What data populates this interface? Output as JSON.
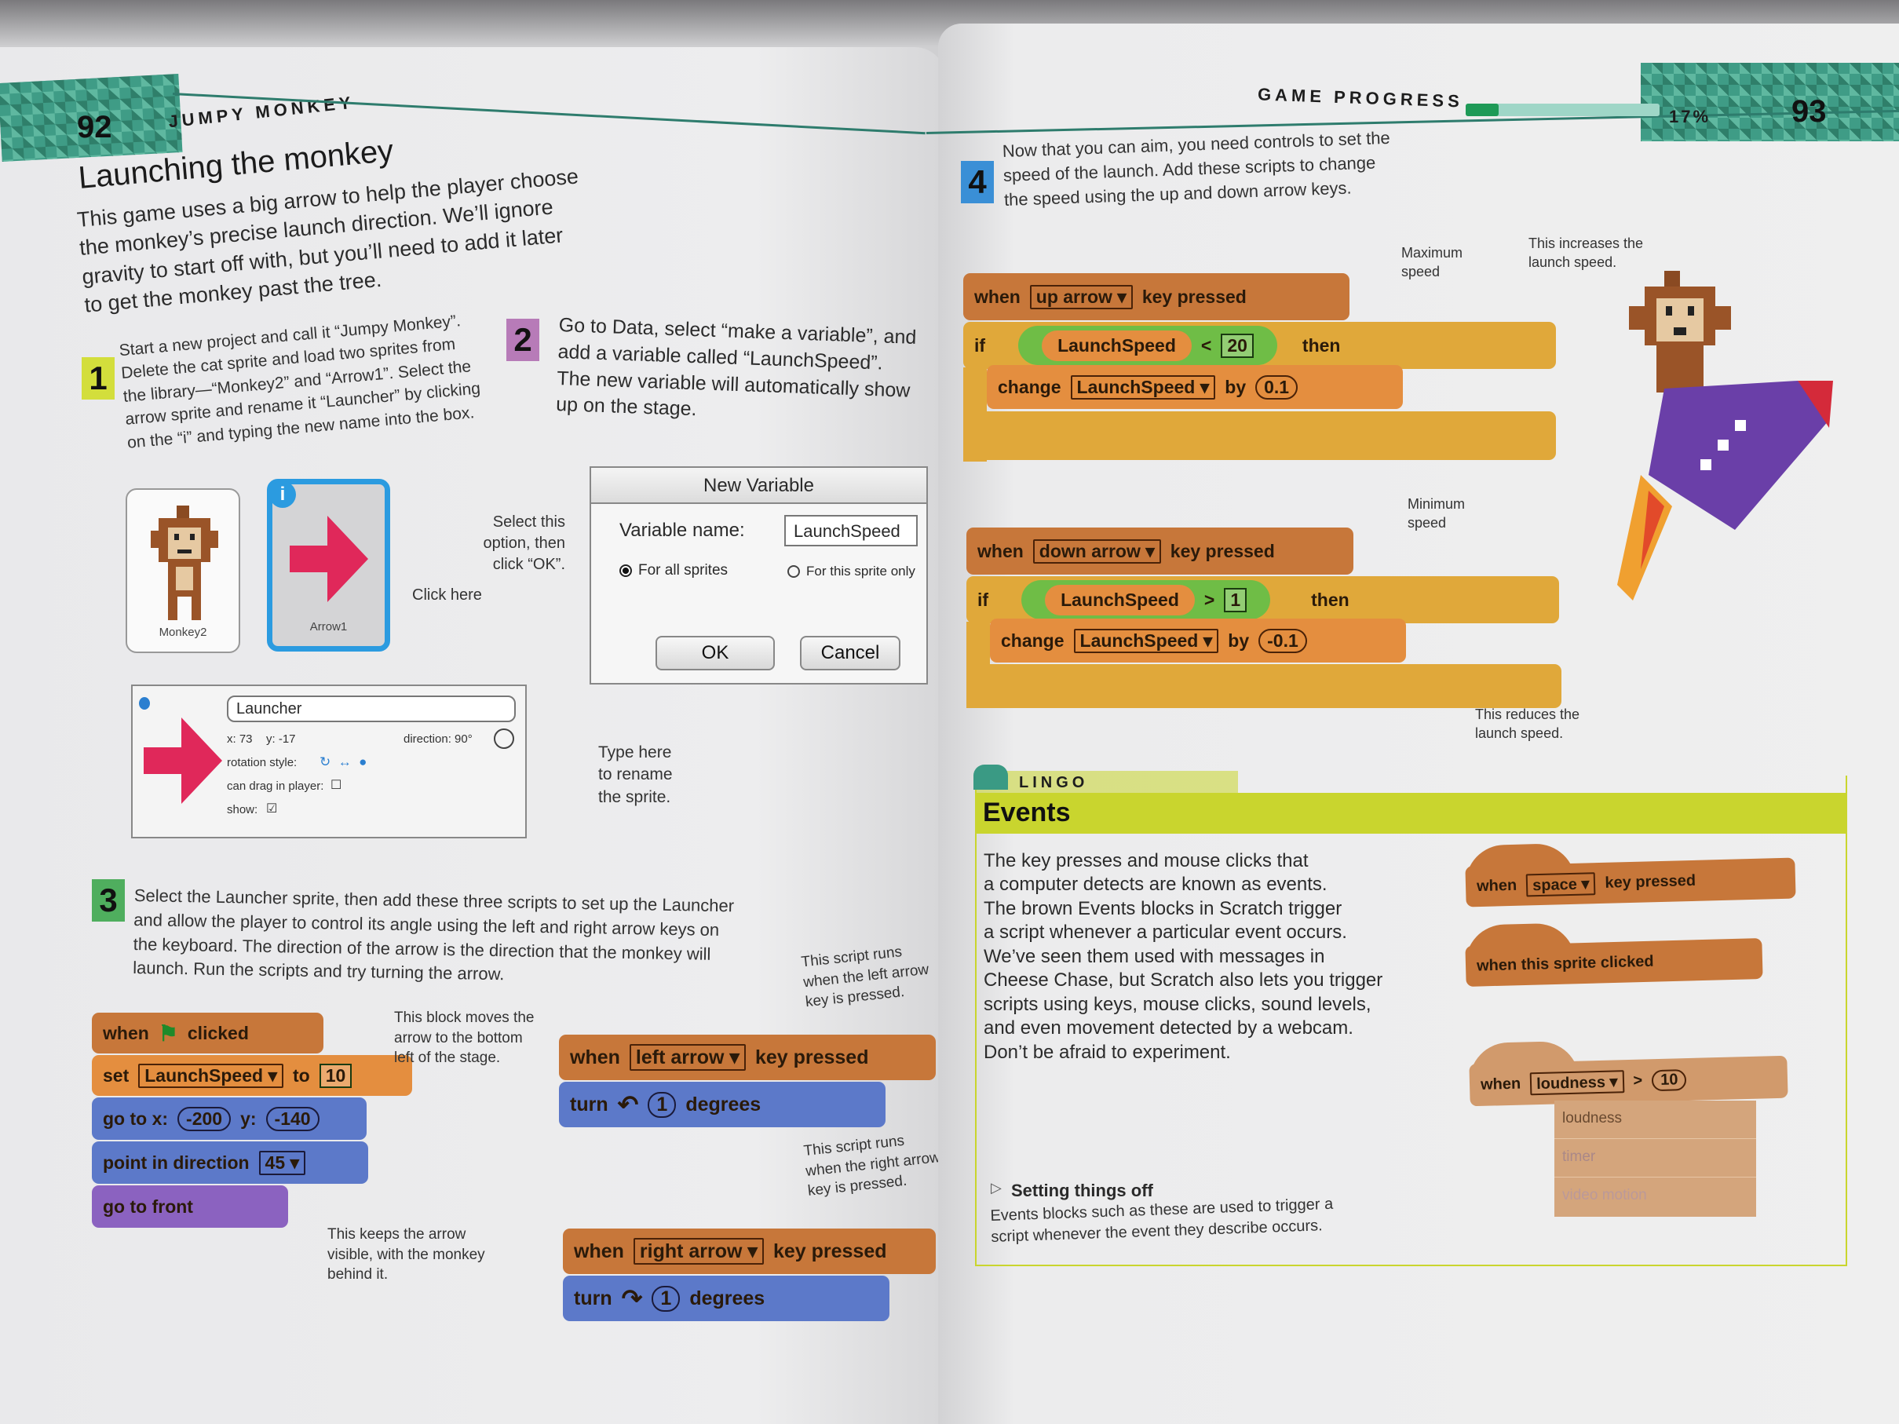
{
  "left_page": {
    "page_number": "92",
    "running_head": "JUMPY MONKEY",
    "title": "Launching the monkey",
    "intro": "This game uses a big arrow to help the player choose\nthe monkey’s precise launch direction. We’ll ignore\ngravity to start off with, but you’ll need to add it later\nto get the monkey past the tree.",
    "step1": {
      "number": "1",
      "text": "Start a new project and call it “Jumpy Monkey”.\nDelete the cat sprite and load two sprites from\nthe library—“Monkey2” and “Arrow1”. Select the\narrow sprite and rename it “Launcher” by clicking\non the “i” and typing the new name into the box."
    },
    "step2": {
      "number": "2",
      "text": "Go to Data, select “make a variable”, and\nadd a variable called “LaunchSpeed”.\nThe new variable will automatically show\nup on the stage."
    },
    "sprites": [
      {
        "name": "Monkey2"
      },
      {
        "name": "Arrow1"
      }
    ],
    "info_badge": "i",
    "click_here": "Click here",
    "select_note": "Select this\noption, then\nclick “OK”.",
    "dialog": {
      "title": "New Variable",
      "label": "Variable name:",
      "value": "LaunchSpeed",
      "option_all": "For all sprites",
      "option_this": "For this sprite only",
      "ok": "OK",
      "cancel": "Cancel"
    },
    "sprite_info": {
      "name": "Launcher",
      "x": "x: 73",
      "y": "y: -17",
      "direction": "direction: 90°",
      "rotation_style": "rotation style:",
      "rotation_icons": "↻  ↔  ●",
      "can_drag": "can drag in player:",
      "can_drag_box": "☐",
      "show": "show:",
      "show_box": "☑"
    },
    "type_here": "Type here\nto rename\nthe sprite.",
    "step3": {
      "number": "3",
      "text": "Select the Launcher sprite, then add these three scripts to set up the Launcher\nand allow the player to control its angle using the left and right arrow keys on\nthe keyboard. The direction of the arrow is the direction that the monkey will\nlaunch. Run the scripts and try turning the arrow."
    },
    "script_flag": {
      "when": "when",
      "flag": "⚑",
      "clicked": "clicked",
      "set": "set",
      "var": "LaunchSpeed ▾",
      "to": "to",
      "value": "10",
      "goto": "go to x:",
      "x": "-200",
      "y_label": "y:",
      "y": "-140",
      "point": "point in direction",
      "dir": "45 ▾",
      "front": "go to front"
    },
    "note_moves": "This block moves the\narrow to the bottom\nleft of the stage.",
    "note_keeps": "This keeps the arrow\nvisible, with the monkey\nbehind it.",
    "script_left": {
      "when": "when",
      "key": "left arrow ▾",
      "pressed": "key pressed",
      "turn": "turn",
      "arrow": "↶",
      "amount": "1",
      "degrees": "degrees"
    },
    "note_left": "This script runs\nwhen the left arrow\nkey is pressed.",
    "script_right": {
      "when": "when",
      "key": "right arrow ▾",
      "pressed": "key pressed",
      "turn": "turn",
      "arrow": "↷",
      "amount": "1",
      "degrees": "degrees"
    },
    "note_right": "This script runs\nwhen the right arrow\nkey is pressed."
  },
  "right_page": {
    "page_number": "93",
    "running_head": "GAME PROGRESS",
    "progress_percent": 17,
    "progress_label": "17%",
    "step4": {
      "number": "4",
      "text": "Now that you can aim, you need controls to set the\nspeed of the launch. Add these scripts to change\nthe speed using the up and down arrow keys."
    },
    "script_up": {
      "when": "when",
      "key": "up arrow ▾",
      "pressed": "key pressed",
      "if": "if",
      "var": "LaunchSpeed",
      "op": "<",
      "limit": "20",
      "then": "then",
      "change": "change",
      "cvar": "LaunchSpeed ▾",
      "by": "by",
      "amount": "0.1"
    },
    "note_max": "Maximum\nspeed",
    "note_increase": "This increases the\nlaunch speed.",
    "script_down": {
      "when": "when",
      "key": "down arrow ▾",
      "pressed": "key pressed",
      "if": "if",
      "var": "LaunchSpeed",
      "op": ">",
      "limit": "1",
      "then": "then",
      "change": "change",
      "cvar": "LaunchSpeed ▾",
      "by": "by",
      "amount": "-0.1"
    },
    "note_min": "Minimum\nspeed",
    "note_reduce": "This reduces the\nlaunch speed.",
    "lingo": {
      "tag": "LINGO",
      "title": "Events",
      "body": "The key presses and mouse clicks that\na computer detects are known as events.\nThe brown Events blocks in Scratch trigger\na script whenever a particular event occurs.\nWe’ve seen them used with messages in\nCheese Chase, but Scratch also lets you trigger\nscripts using keys, mouse clicks, sound levels,\nand even movement detected by a webcam.\nDon’t be afraid to experiment.",
      "caption_title": "Setting things off",
      "caption_text": "Events blocks such as these are used to trigger a\nscript whenever the event they describe occurs.",
      "block_space": {
        "when": "when",
        "key": "space ▾",
        "pressed": "key pressed"
      },
      "block_sprite": "when this sprite clicked",
      "block_loud": {
        "when": "when",
        "sensor": "loudness ▾",
        "op": ">",
        "value": "10",
        "options": [
          "loudness",
          "timer",
          "video motion"
        ]
      }
    }
  }
}
